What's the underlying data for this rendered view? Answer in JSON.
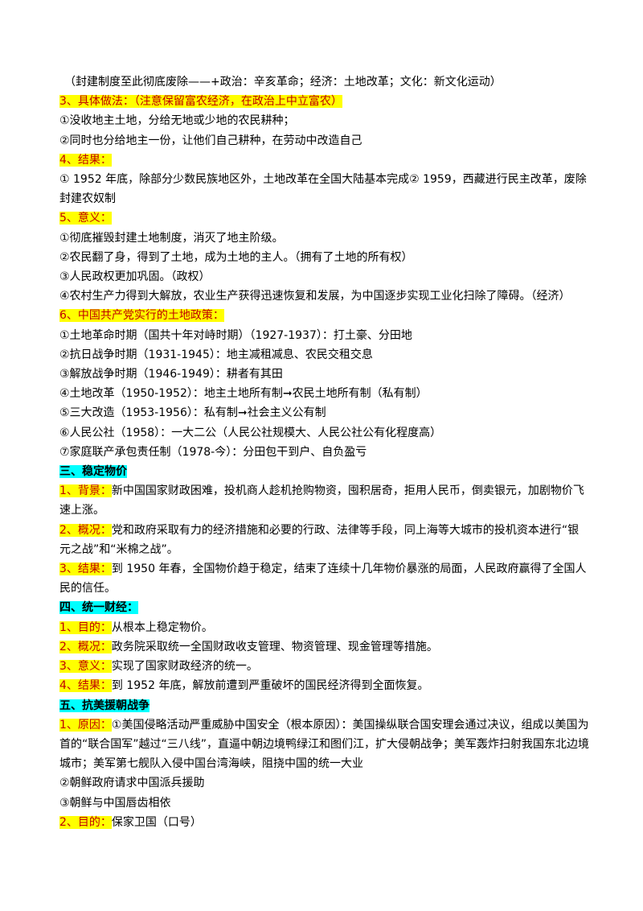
{
  "lines": [
    {
      "type": "text",
      "text": "（封建制度至此彻底废除——+政治：辛亥革命；经济：土地改革；文化：新文化运动）",
      "indent": true
    },
    {
      "type": "heading",
      "text": "3、具体做法：（注意保留富农经济，在政治上中立富农）"
    },
    {
      "type": "text",
      "text": "①没收地主土地，分给无地或少地的农民耕种；"
    },
    {
      "type": "text",
      "text": "②同时也分给地主一份，让他们自己耕种，在劳动中改造自己"
    },
    {
      "type": "heading",
      "text": "4、结果："
    },
    {
      "type": "para",
      "text": "① 1952 年底，除部分少数民族地区外，土地改革在全国大陆基本完成② 1959，西藏进行民主改革，废除封建农奴制"
    },
    {
      "type": "heading",
      "text": "5、意义："
    },
    {
      "type": "text",
      "text": "①彻底摧毁封建土地制度，消灭了地主阶级。"
    },
    {
      "type": "text",
      "text": "②农民翻了身，得到了土地，成为土地的主人。（拥有了土地的所有权）"
    },
    {
      "type": "text",
      "text": "③人民政权更加巩固。（政权）"
    },
    {
      "type": "text",
      "text": "④农村生产力得到大解放，农业生产获得迅速恢复和发展，为中国逐步实现工业化扫除了障碍。（经济）"
    },
    {
      "type": "heading",
      "text": "6、中国共产党实行的土地政策："
    },
    {
      "type": "text",
      "text": "①土地革命时期（国共十年对峙时期）（1927-1937）：打土豪、分田地"
    },
    {
      "type": "text",
      "text": "②抗日战争时期（1931-1945）：地主减租减息、农民交租交息"
    },
    {
      "type": "text",
      "text": "③解放战争时期（1946-1949）：耕者有其田"
    },
    {
      "type": "text",
      "text": "④土地改革（1950-1952）：地主土地所有制➞农民土地所有制（私有制）"
    },
    {
      "type": "text",
      "text": "⑤三大改造（1953-1956）：私有制➞社会主义公有制"
    },
    {
      "type": "text",
      "text": "⑥人民公社（1958）：一大二公（人民公社规模大、人民公社公有化程度高）"
    },
    {
      "type": "text",
      "text": "⑦家庭联产承包责任制（1978-今）：分田包干到户、自负盈亏"
    },
    {
      "type": "section",
      "text": "三、稳定物价"
    },
    {
      "type": "labeled",
      "label": "1、背景：",
      "text": "新中国国家财政困难，投机商人趁机抢购物资，囤积居奇，拒用人民币，倒卖银元，加剧物价飞速上涨。"
    },
    {
      "type": "labeled",
      "label": "2、概况：",
      "text": "党和政府采取有力的经济措施和必要的行政、法律等手段，同上海等大城市的投机资本进行“银元之战”和“米棉之战”。"
    },
    {
      "type": "labeled",
      "label": "3、结果：",
      "text": "到 1950 年春，全国物价趋于稳定，结束了连续十几年物价暴涨的局面，人民政府赢得了全国人民的信任。"
    },
    {
      "type": "section",
      "text": "四、统一财经："
    },
    {
      "type": "labeled",
      "label": "1、目的：",
      "text": "从根本上稳定物价。"
    },
    {
      "type": "labeled",
      "label": "2、概况：",
      "text": "政务院采取统一全国财政收支管理、物资管理、现金管理等措施。"
    },
    {
      "type": "labeled",
      "label": "3、意义：",
      "text": "实现了国家财政经济的统一。"
    },
    {
      "type": "labeled",
      "label": "4、结果：",
      "text": "到 1952 年底，解放前遭到严重破坏的国民经济得到全面恢复。"
    },
    {
      "type": "section",
      "text": "五、抗美援朝战争"
    },
    {
      "type": "labeled",
      "label": "1、原因：",
      "text": "①美国侵略活动严重威胁中国安全（根本原因）：美国操纵联合国安理会通过决议，组成以美国为首的“联合国军”越过“三八线”，直逼中朝边境鸭绿江和图们江，扩大侵朝战争；美军轰炸扫射我国东北边境城市；美军第七舰队入侵中国台湾海峡，阻挠中国的统一大业"
    },
    {
      "type": "text",
      "text": "②朝鲜政府请求中国派兵援助"
    },
    {
      "type": "text",
      "text": "③朝鲜与中国唇齿相依"
    },
    {
      "type": "labeled",
      "label": "2、目的：",
      "text": "保家卫国（口号）"
    }
  ],
  "colors": {
    "yellow_highlight": "#ffff00",
    "cyan_highlight": "#00ffff",
    "label_red": "#c00000"
  }
}
